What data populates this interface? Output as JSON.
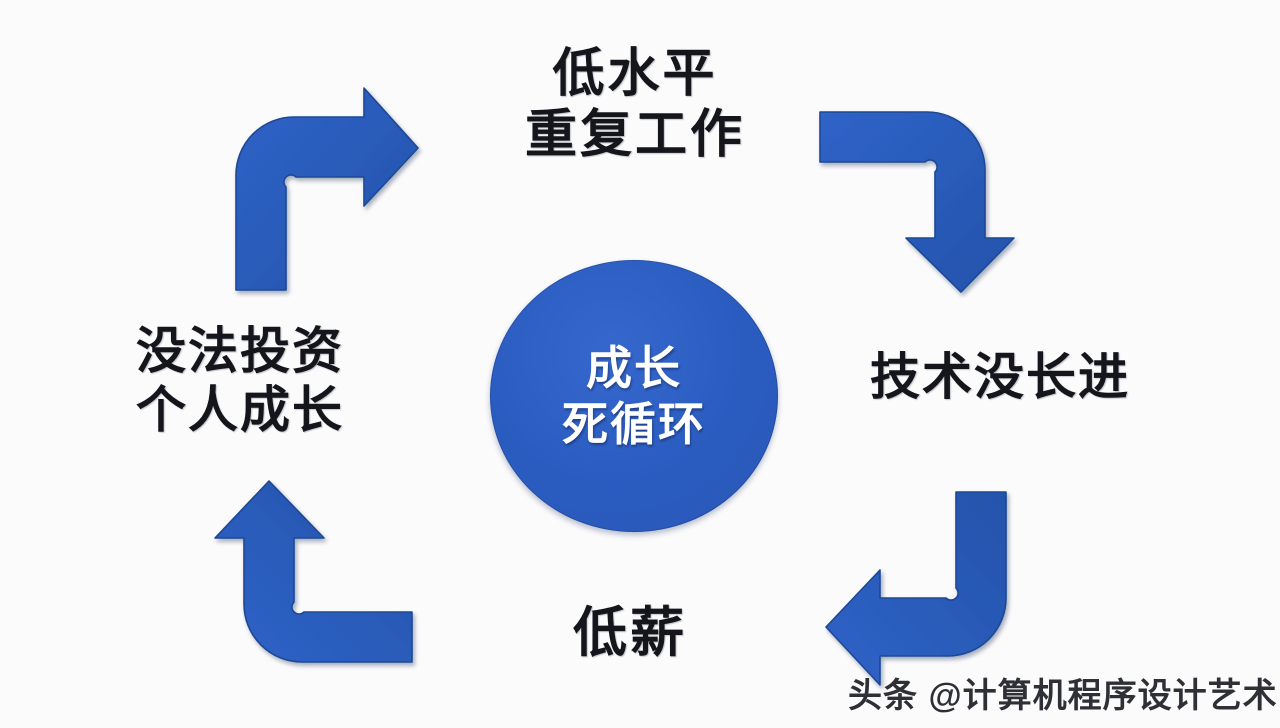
{
  "diagram": {
    "title_center": {
      "line1": "成长",
      "line2": "死循环"
    },
    "nodes": [
      {
        "id": "top",
        "label_line1": "低水平",
        "label_line2": "重复工作"
      },
      {
        "id": "right",
        "label_line1": "技术没长进",
        "label_line2": ""
      },
      {
        "id": "bottom",
        "label_line1": "低薪",
        "label_line2": ""
      },
      {
        "id": "left",
        "label_line1": "没法投资",
        "label_line2": "个人成长"
      }
    ],
    "arrows": [
      {
        "id": "top-left-arrow",
        "direction": "up-then-right",
        "points_to": "top"
      },
      {
        "id": "top-right-arrow",
        "direction": "right-then-down",
        "points_to": "right"
      },
      {
        "id": "bottom-right-arrow",
        "direction": "down-then-left",
        "points_to": "bottom"
      },
      {
        "id": "bottom-left-arrow",
        "direction": "left-then-up",
        "points_to": "left"
      }
    ],
    "colors": {
      "arrow_blue": "#2a5cc0",
      "arrow_blue_dark": "#23509f",
      "circle_blue": "#2d60c6",
      "background": "#fbfbfc",
      "label_text": "#14161c",
      "circle_text": "#ffffff"
    }
  },
  "watermark": {
    "text": "头条 @计算机程序设计艺术"
  }
}
